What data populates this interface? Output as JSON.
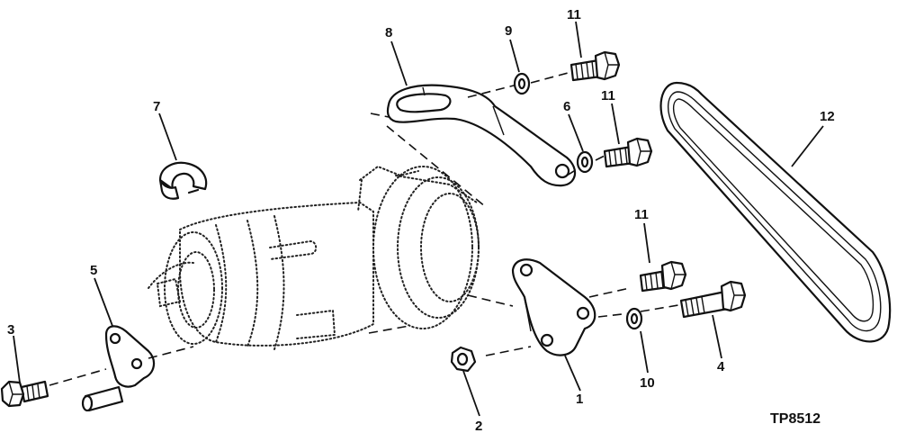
{
  "figure_id": "TP8512",
  "callouts": {
    "c1": "1",
    "c2": "2",
    "c3": "3",
    "c4": "4",
    "c5": "5",
    "c6": "6",
    "c7": "7",
    "c8": "8",
    "c9": "9",
    "c10": "10",
    "c11a": "11",
    "c11b": "11",
    "c11c": "11",
    "c12": "12"
  }
}
